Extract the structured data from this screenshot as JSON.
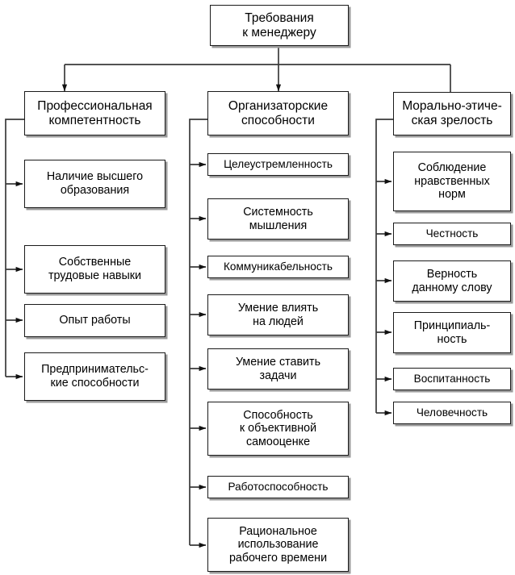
{
  "diagram": {
    "title": "Требования к менеджеру",
    "type": "hierarchy-tree",
    "language": "ru",
    "colors": {
      "box_border": "#1a1a1a",
      "box_fill": "#ffffff",
      "shadow": "#9a9a9a",
      "connector": "#3a3a3a",
      "text": "#000000",
      "background": "#ffffff"
    },
    "root": {
      "label": "Требования\nк менеджеру"
    },
    "branches": [
      {
        "id": "professional-competence",
        "label": "Профессиональная\nкомпетентность",
        "items": [
          {
            "label": "Наличие высшего\nобразования"
          },
          {
            "label": "Собственные\nтрудовые навыки"
          },
          {
            "label": "Опыт работы"
          },
          {
            "label": "Предпринимательс-\nкие способности"
          }
        ]
      },
      {
        "id": "organizational-abilities",
        "label": "Организаторские\nспособности",
        "items": [
          {
            "label": "Целеустремленность"
          },
          {
            "label": "Системность\nмышления"
          },
          {
            "label": "Коммуникабельность"
          },
          {
            "label": "Умение влиять\nна людей"
          },
          {
            "label": "Умение ставить\nзадачи"
          },
          {
            "label": "Способность\nк объективной\nсамооценке"
          },
          {
            "label": "Работоспособность"
          },
          {
            "label": "Рациональное\nиспользование\nрабочего времени"
          }
        ]
      },
      {
        "id": "moral-ethical-maturity",
        "label": "Морально-этиче-\nская зрелость",
        "items": [
          {
            "label": "Соблюдение\nнравственных\nнорм"
          },
          {
            "label": "Честность"
          },
          {
            "label": "Верность\nданному  слову"
          },
          {
            "label": "Принципиаль-\nность"
          },
          {
            "label": "Воспитанность"
          },
          {
            "label": "Человечность"
          }
        ]
      }
    ]
  }
}
